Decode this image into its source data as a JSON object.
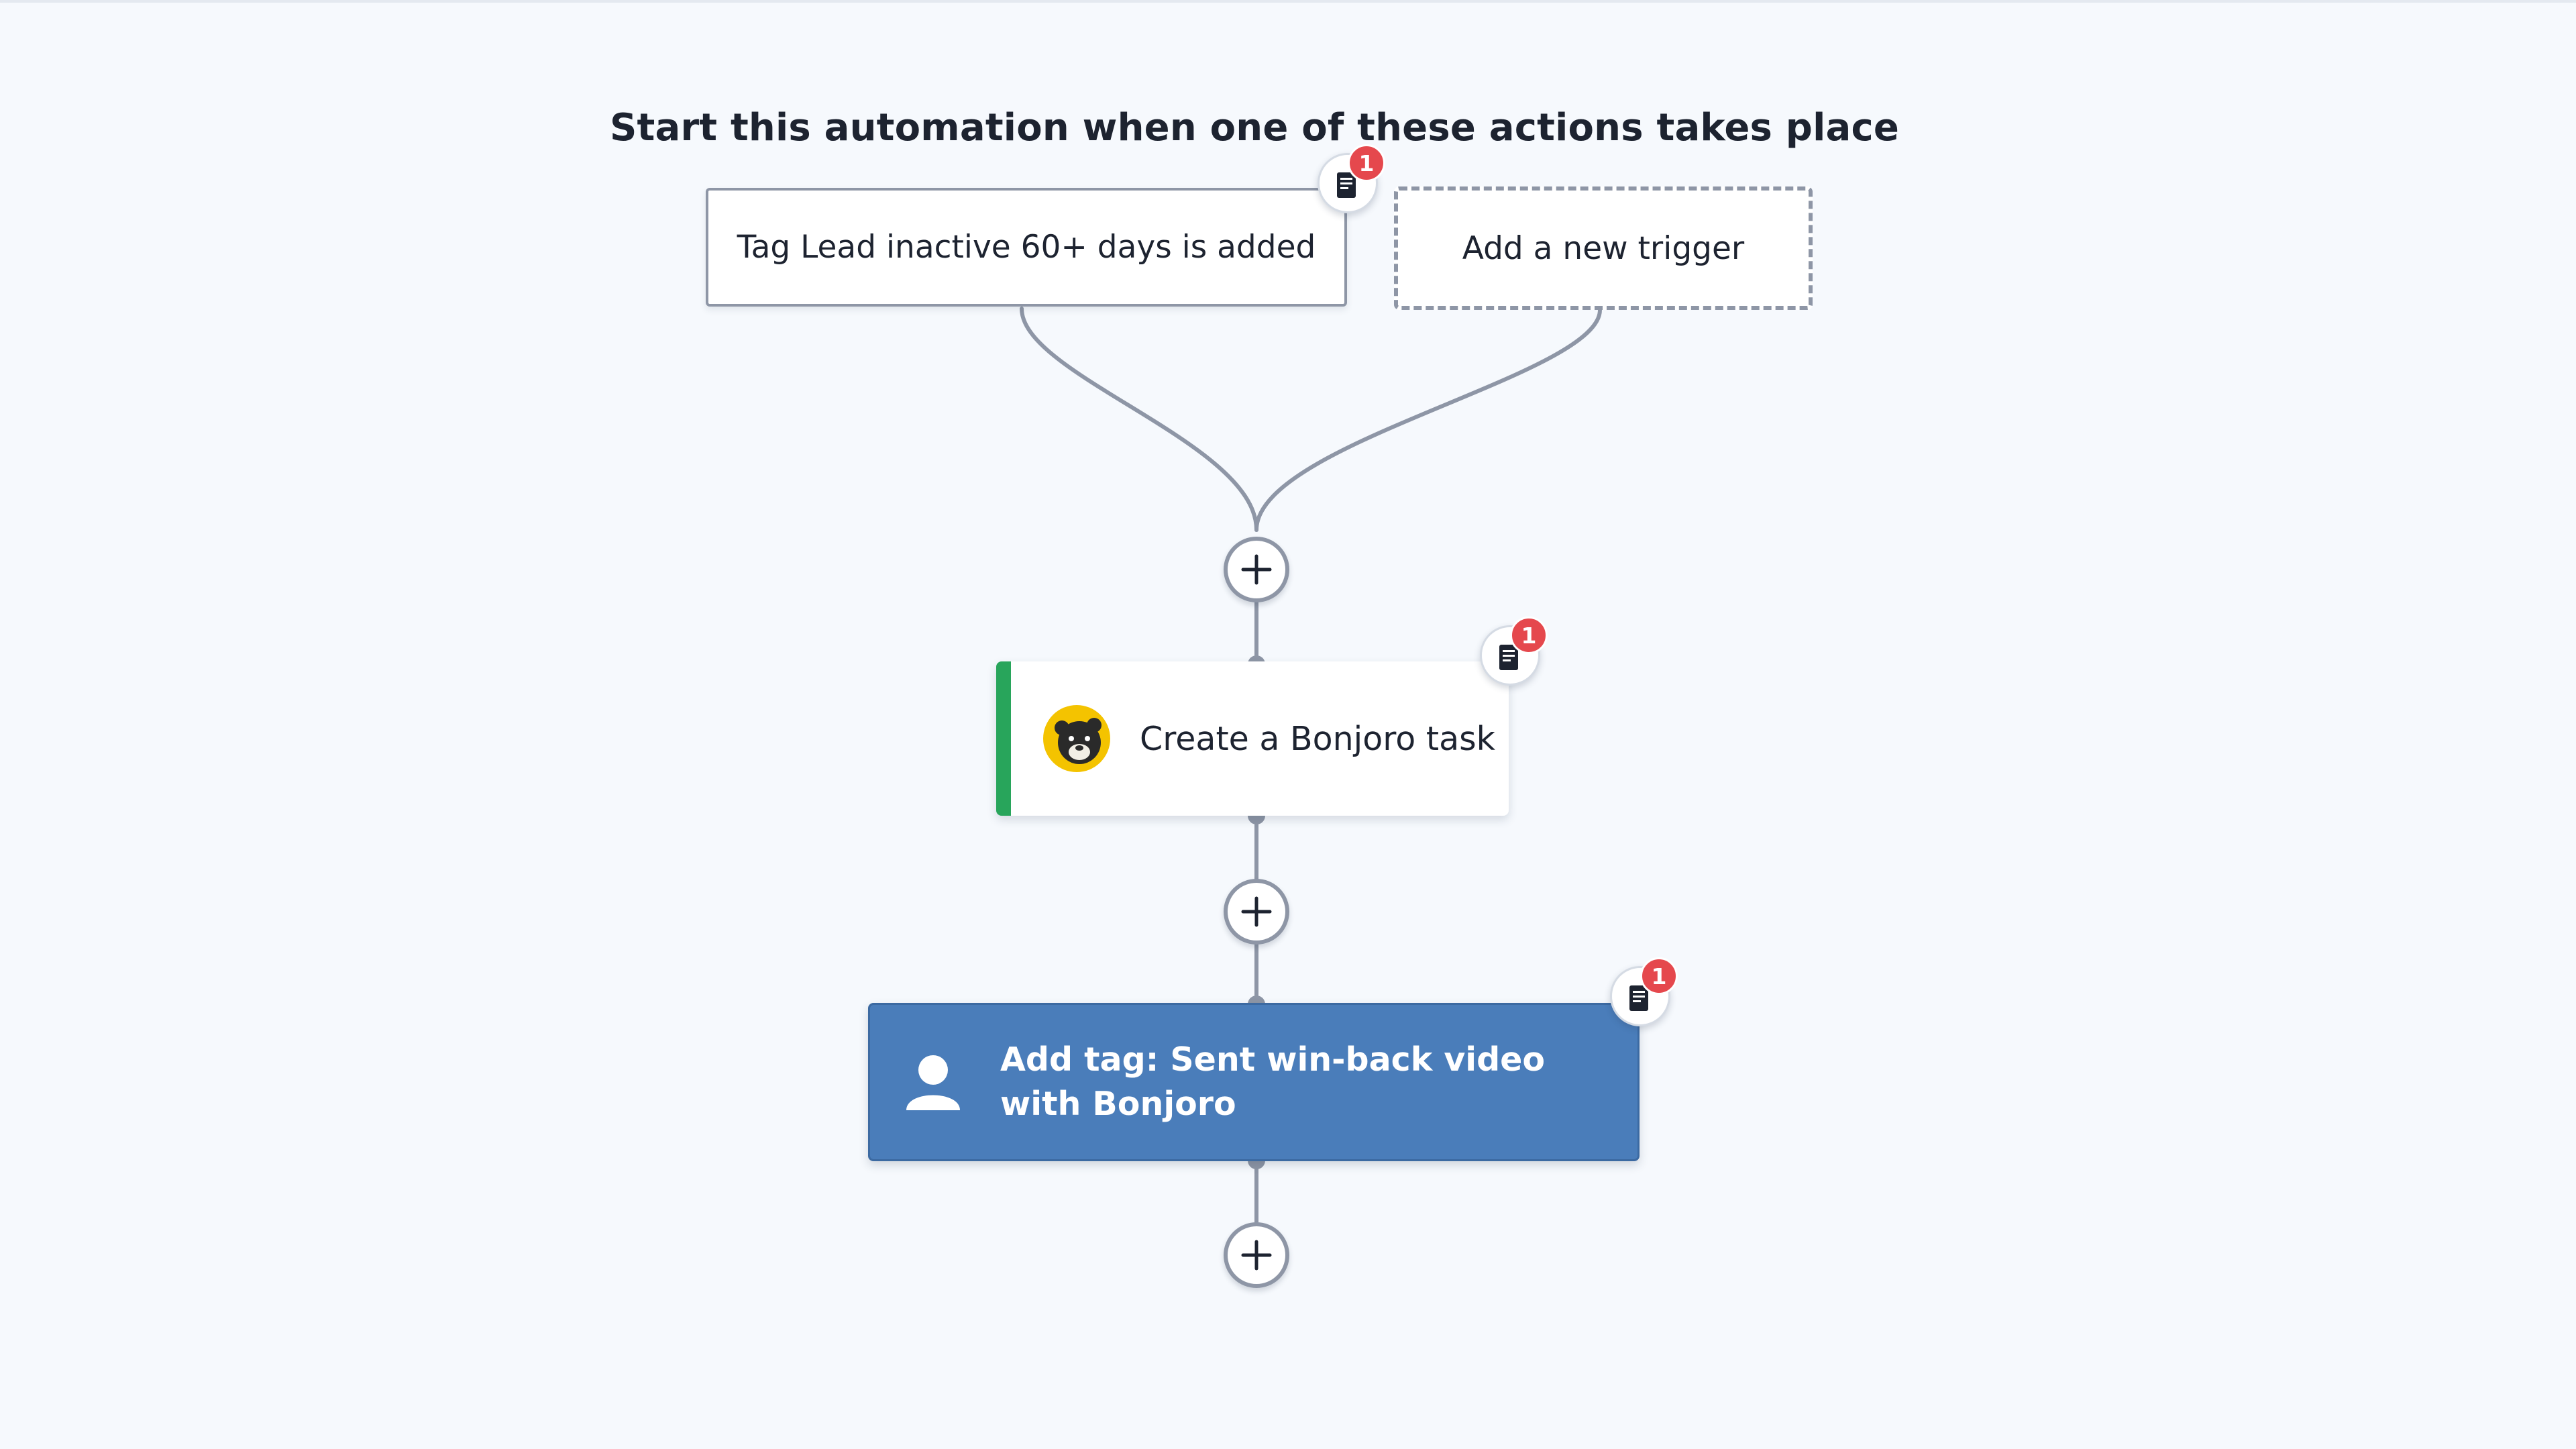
{
  "automation": {
    "heading": "Start this automation when one of these actions takes place",
    "triggers": [
      {
        "label": "Tag Lead inactive 60+ days is added",
        "note_count": "1"
      },
      {
        "label": "Add a new trigger"
      }
    ],
    "actions": [
      {
        "label": "Create a Bonjoro task",
        "icon": "bonjoro-bear-logo",
        "accent_color": "#28a55b",
        "note_count": "1"
      },
      {
        "label": "Add tag: Sent win-back video with Bonjoro",
        "icon": "person-icon",
        "background_color": "#4a7dba",
        "note_count": "1"
      }
    ]
  }
}
